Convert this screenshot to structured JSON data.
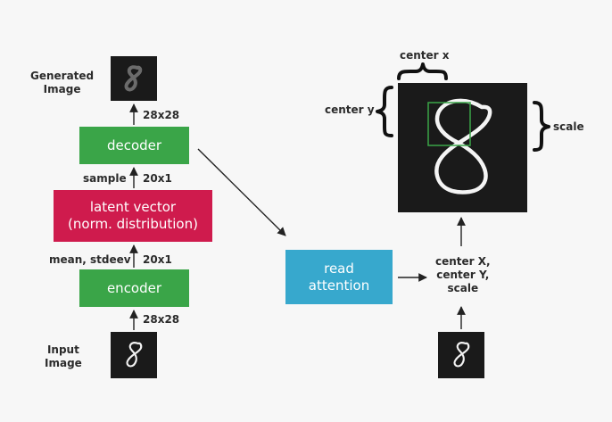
{
  "left": {
    "generated_image_label": "Generated\nImage",
    "input_image_label": "Input\nImage",
    "decoder_label": "decoder",
    "encoder_label": "encoder",
    "latent_label": "latent vector\n(norm. distribution)",
    "dim_top": "28x28",
    "dim_sample": "20x1",
    "dim_mean": "20x1",
    "dim_bottom": "28x28",
    "sample_label": "sample",
    "mean_label": "mean, stdeev"
  },
  "right": {
    "read_attention_label": "read\nattention",
    "center_x_label": "center x",
    "center_y_label": "center y",
    "scale_label": "scale",
    "params_label": "center X,\ncenter Y,\nscale"
  },
  "colors": {
    "green": "#3aa548",
    "red": "#cf1b4d",
    "blue": "#37a8cd",
    "attention_box": "#3aa548"
  }
}
